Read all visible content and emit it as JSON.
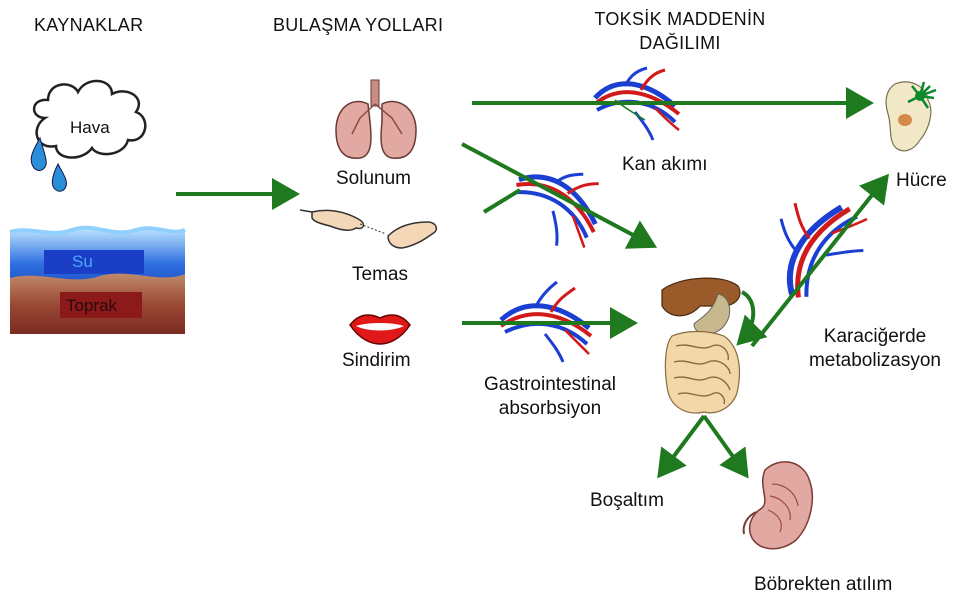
{
  "headers": {
    "sources": "KAYNAKLAR",
    "routes": "BULAŞMA YOLLARI",
    "distribution_line1": "TOKSİK MADDENİN",
    "distribution_line2": "DAĞILIMI"
  },
  "sources": {
    "air": "Hava",
    "water": "Su",
    "soil": "Toprak"
  },
  "routes": {
    "inhalation": "Solunum",
    "contact": "Temas",
    "ingestion": "Sindirim"
  },
  "distribution": {
    "blood": "Kan akımı",
    "cell": "Hücre",
    "gi_line1": "Gastrointestinal",
    "gi_line2": "absorbsiyon",
    "liver_line1": "Karaciğerde",
    "liver_line2": "metabolizasyon",
    "excretion": "Boşaltım",
    "kidney": "Böbrekten atılım"
  },
  "colors": {
    "arrow": "#1f7a1f",
    "vein": "#1a3fd1",
    "artery": "#d11a1a",
    "water": "#2266dd",
    "soil": "#8a3a2a"
  }
}
